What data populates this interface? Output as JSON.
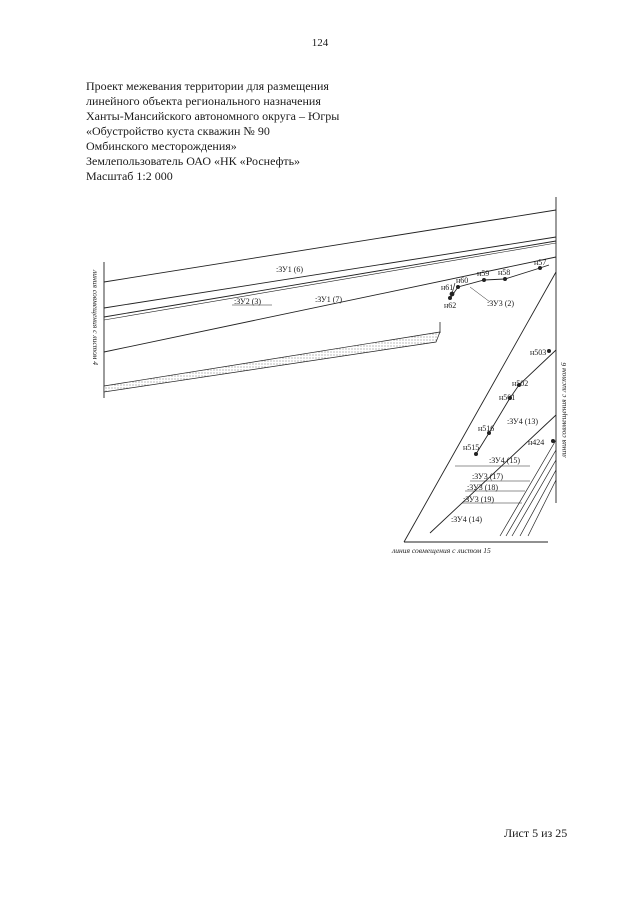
{
  "page_number": "124",
  "header": {
    "lines": [
      "Проект межевания территории для размещения",
      "линейного объекта регионального назначения",
      "Ханты-Мансийского автономного округа – Югры",
      "«Обустройство куста скважин № 90",
      "Омбинского месторождения»",
      "Землепользователь ОАО «НК «Роснефть»",
      "Масштаб 1:2 000"
    ]
  },
  "map": {
    "parcels": {
      "zu1_6": ":ЗУ1 (6)",
      "zu2_3": ":ЗУ2 (3)",
      "zu1_7": ":ЗУ1 (7)",
      "zu3_2": ":ЗУ3 (2)",
      "zu4_13": ":ЗУ4 (13)",
      "zu4_15": ":ЗУ4 (15)",
      "zu3_17": ":ЗУ3 (17)",
      "zu3_18": ":ЗУ3 (18)",
      "zu3_19": ":ЗУ3 (19)",
      "zu4_14": ":ЗУ4 (14)"
    },
    "points": {
      "n57": "н57",
      "n58": "н58",
      "n59": "н59",
      "n60": "н60",
      "n61": "н61",
      "n62": "н62",
      "n503": "н503",
      "n502": "н502",
      "n501": "н501",
      "n516": "н516",
      "n515": "н515",
      "n424": "н424"
    },
    "match_lines": {
      "left": "линия совмещения с листом 4",
      "right": "линия совмещения с листом 6",
      "bottom": "линия совмещения с листом 15"
    }
  },
  "footer": {
    "sheet": "Лист 5 из 25"
  }
}
